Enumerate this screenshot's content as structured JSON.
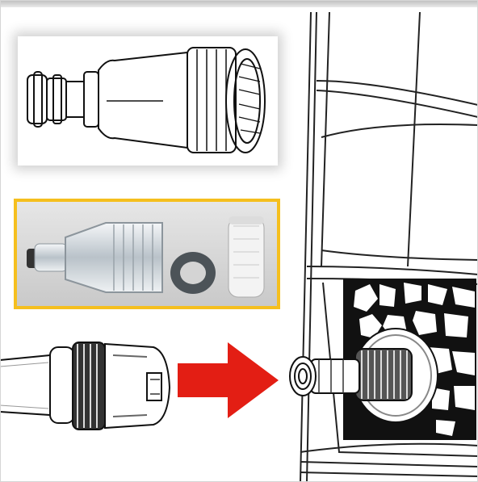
{
  "figure": {
    "panels": [
      {
        "name": "adapter-line-drawing",
        "border_color": ""
      },
      {
        "name": "filter-kit-photo",
        "border_color": "#f5bf1e"
      }
    ],
    "arrow_color": "#e31e14",
    "icons": [
      "hose-connector-drawing",
      "filter-parts-photo",
      "garden-hose-coupling",
      "pressure-washer-inlet",
      "direction-arrow"
    ]
  }
}
